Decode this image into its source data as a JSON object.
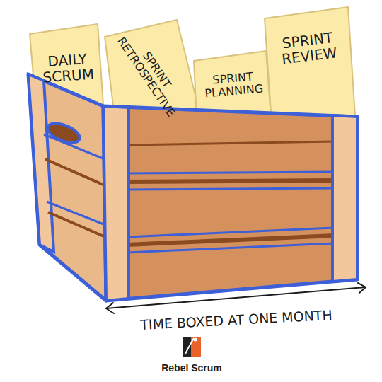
{
  "diagram": {
    "nodes": [
      {
        "text": [
          "DAILY SCRUM"
        ]
      },
      {
        "text": [
          "SPRINT RETROSPECTIVE"
        ]
      },
      {
        "text": [
          "SPRINT PLANNING"
        ]
      },
      {
        "text": [
          "SPRINT REVIEW"
        ]
      }
    ],
    "labels": [
      "TIME BOXED AT ONE MONTH",
      "Rebel Scrum"
    ]
  }
}
